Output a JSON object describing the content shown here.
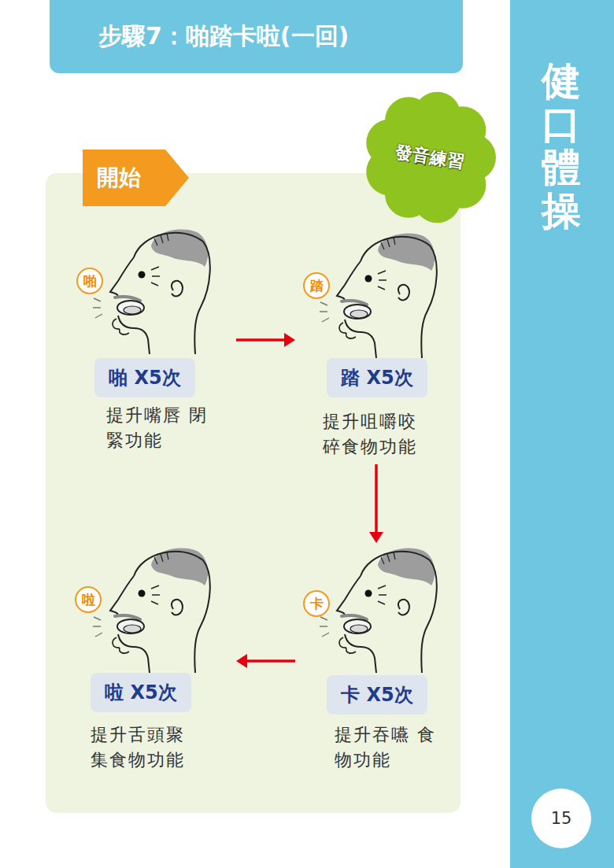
{
  "diagram": {
    "title": "步驟7：啪踏卡啦(一回)",
    "nodes": [
      {
        "text": [
          "健口體操"
        ]
      },
      {
        "text": [
          "15"
        ],
        "in": 0
      },
      {
        "text": [
          "發音練習"
        ]
      },
      {
        "text": [
          "開始"
        ]
      },
      {
        "text": [
          "啪 X5次",
          "提升嘴唇 閉緊功能"
        ]
      },
      {
        "text": [
          "啪"
        ],
        "in": 4
      },
      {
        "text": [
          "踏 X5次",
          "提升咀嚼咬 碎食物功能"
        ]
      },
      {
        "text": [
          "踏"
        ],
        "in": 6
      },
      {
        "text": [
          "卡 X5次",
          "提升吞嚥 食物功能"
        ]
      },
      {
        "text": [
          "卡"
        ],
        "in": 8
      },
      {
        "text": [
          "啦 X5次",
          "提升舌頭聚 集食物功能"
        ]
      },
      {
        "text": [
          "啦"
        ],
        "in": 10
      }
    ],
    "edges": [
      {
        "from": 4,
        "to": 6,
        "arrow": "to"
      },
      {
        "from": 6,
        "to": 8,
        "arrow": "to"
      },
      {
        "from": 8,
        "to": 10,
        "arrow": "to"
      }
    ]
  }
}
